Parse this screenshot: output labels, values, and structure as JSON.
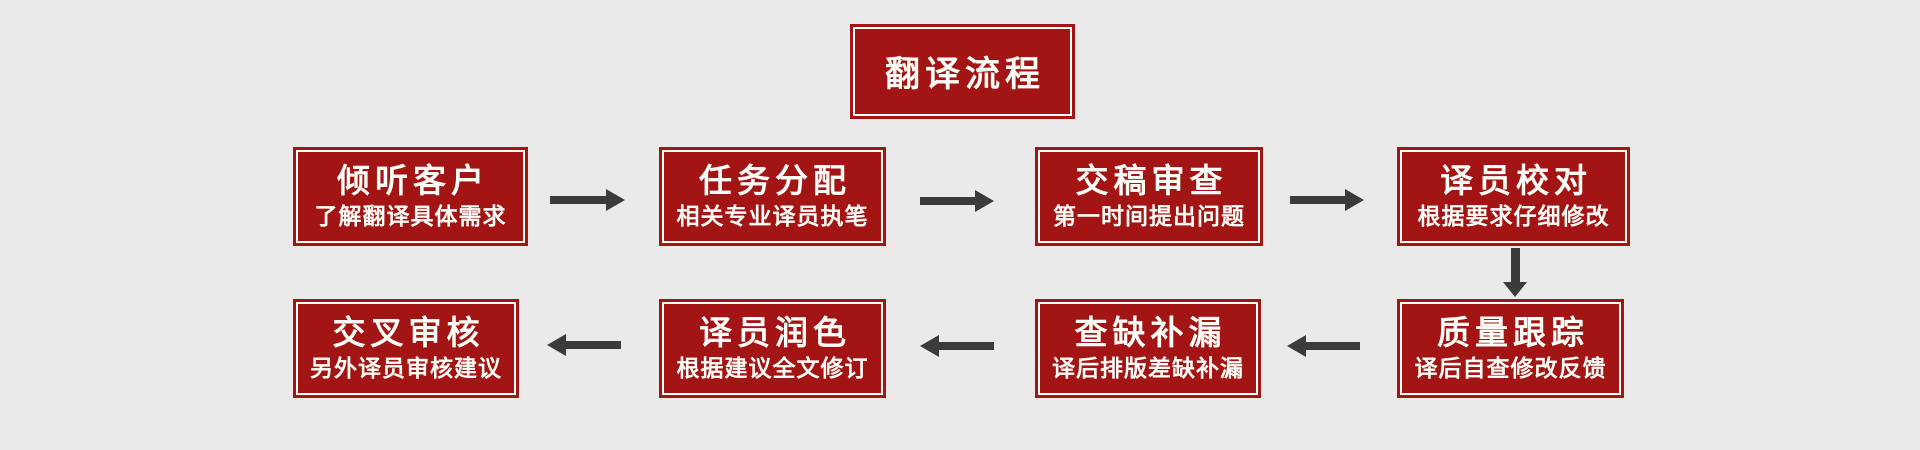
{
  "colors": {
    "background": "#EAEAEA",
    "box_red": "#A31515",
    "box_inner_border": "#FFFEF8",
    "text": "#FFFEF8",
    "arrow": "#3B3B3B"
  },
  "header": {
    "title": "翻译流程"
  },
  "steps": [
    {
      "title": "倾听客户",
      "subtitle": "了解翻译具体需求"
    },
    {
      "title": "任务分配",
      "subtitle": "相关专业译员执笔"
    },
    {
      "title": "交稿审查",
      "subtitle": "第一时间提出问题"
    },
    {
      "title": "译员校对",
      "subtitle": "根据要求仔细修改"
    },
    {
      "title": "质量跟踪",
      "subtitle": "译后自查修改反馈"
    },
    {
      "title": "查缺补漏",
      "subtitle": "译后排版差缺补漏"
    },
    {
      "title": "译员润色",
      "subtitle": "根据建议全文修订"
    },
    {
      "title": "交叉审核",
      "subtitle": "另外译员审核建议"
    }
  ]
}
